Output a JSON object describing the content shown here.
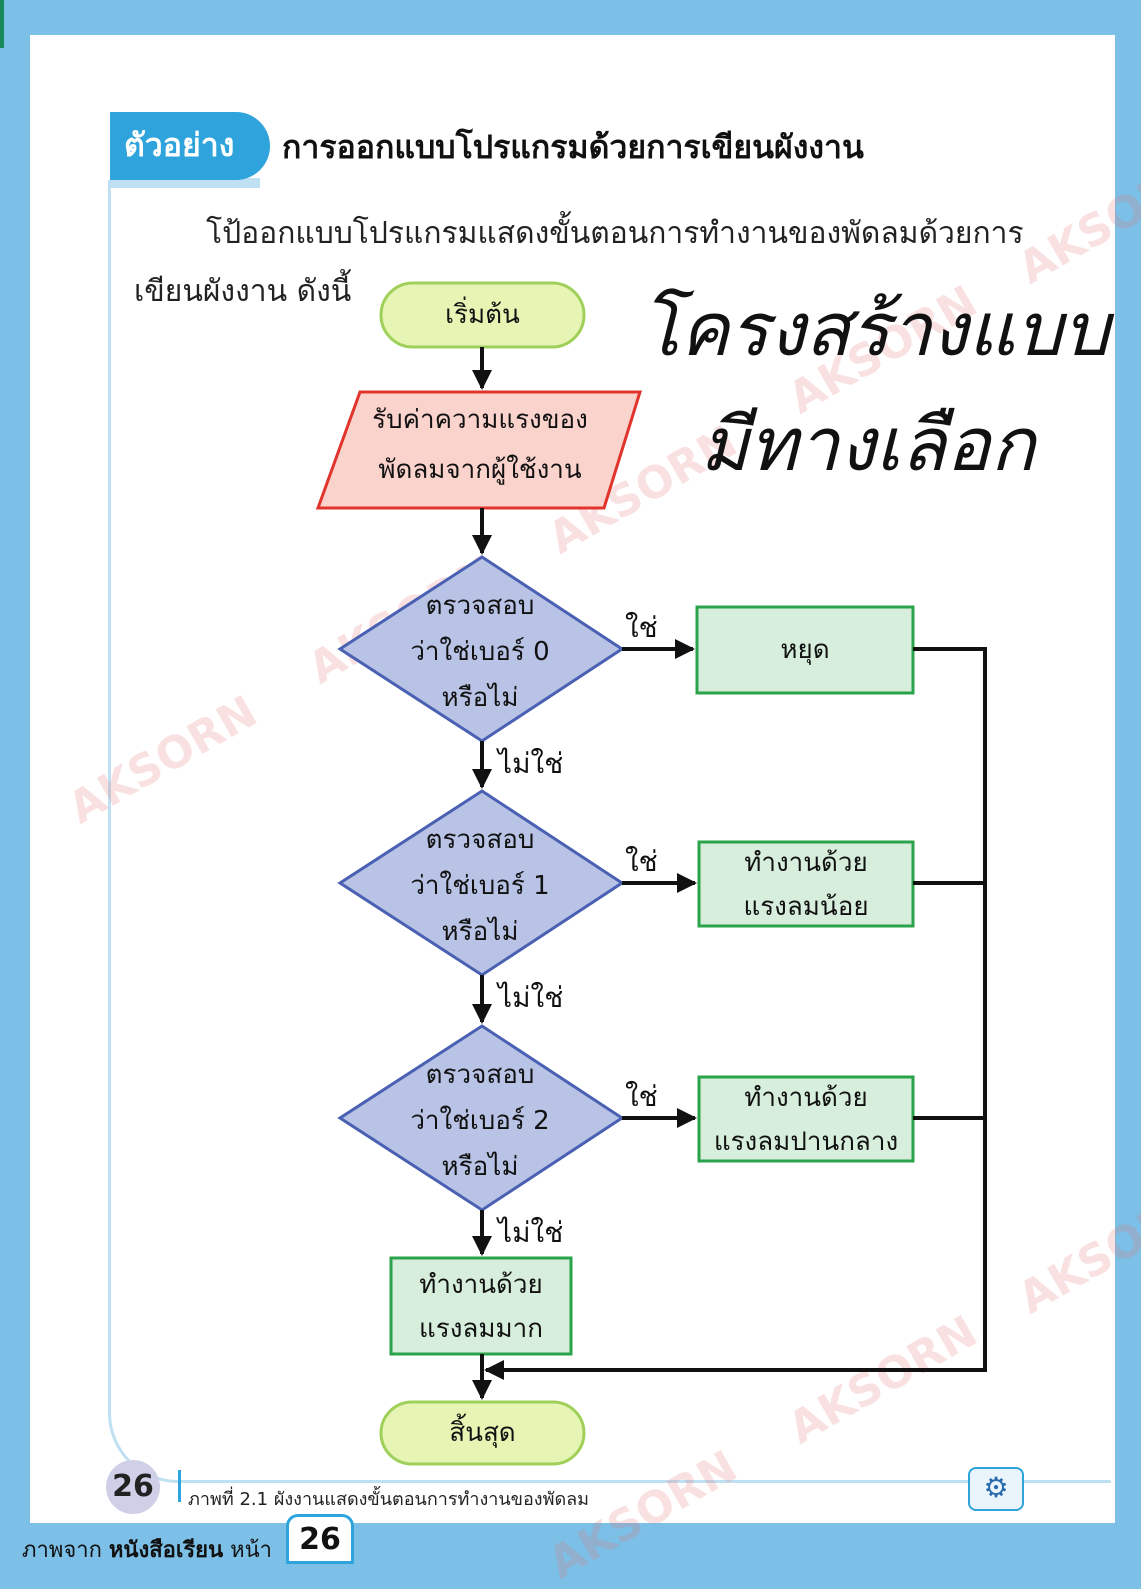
{
  "header": {
    "tag": "ตัวอย่าง",
    "title": "การออกแบบโปรแกรมด้วยการเขียนผังงาน"
  },
  "intro": {
    "line1": "โป้ออกแบบโปรแกรมแสดงขั้นตอนการทำงานของพัดลมด้วยการ",
    "line2": "เขียนผังงาน ดังนี้"
  },
  "handwriting": {
    "line1": "โครงสร้างแบบ",
    "line2": "มีทางเลือก"
  },
  "flowchart": {
    "start": "เริ่มต้น",
    "input": [
      "รับค่าความแรงของ",
      "พัดลมจากผู้ใช้งาน"
    ],
    "decisions": [
      [
        "ตรวจสอบ",
        "ว่าใช่เบอร์ 0",
        "หรือไม่"
      ],
      [
        "ตรวจสอบ",
        "ว่าใช่เบอร์ 1",
        "หรือไม่"
      ],
      [
        "ตรวจสอบ",
        "ว่าใช่เบอร์ 2",
        "หรือไม่"
      ]
    ],
    "yes_label": "ใช่",
    "no_label": "ไม่ใช่",
    "actions": [
      [
        "หยุด"
      ],
      [
        "ทำงานด้วย",
        "แรงลมน้อย"
      ],
      [
        "ทำงานด้วย",
        "แรงลมปานกลาง"
      ]
    ],
    "default_action": [
      "ทำงานด้วย",
      "แรงลมมาก"
    ],
    "end": "สิ้นสุด"
  },
  "watermark": "AKSORN",
  "footer": {
    "page_number": "26",
    "caption_prefix": "ภาพที่",
    "caption_num": "2.1",
    "caption_text": "ผังงานแสดงขั้นตอนการทำงานของพัดลม",
    "source_prefix": "ภาพจาก",
    "source_book": "หนังสือเรียน",
    "source_suffix": "หน้า",
    "source_page": "26"
  },
  "colors": {
    "background": "#7cbfe7",
    "accent": "#2ea3dc",
    "terminal": "#e6f4b4",
    "io": "#fbd3cd",
    "decision": "#b8c3e6",
    "process": "#d6eedb"
  }
}
